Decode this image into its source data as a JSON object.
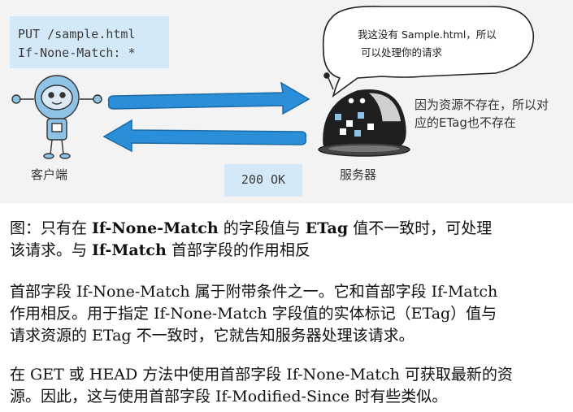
{
  "figure": {
    "request": {
      "line1": "PUT /sample.html",
      "line2": "If-None-Match: *"
    },
    "response": "200 OK",
    "bubble": {
      "line1": "我这没有 Sample.html，所以",
      "line2": "可以处理你的请求"
    },
    "note": {
      "line1": "因为资源不存在，所以对",
      "line2": "应的ETag也不存在"
    },
    "client_label": "客户端",
    "server_label": "服务器"
  },
  "caption": {
    "part1": "图：只有在 ",
    "term1": "If-None-Match",
    "part2": " 的字段值与 ",
    "term2": "ETag",
    "part3": " 值不一致时，可处理",
    "part4": "该请求。与 ",
    "term3": "If-Match",
    "part5": " 首部字段的作用相反"
  },
  "paragraphs": {
    "p1": {
      "line1": "首部字段 If-None-Match 属于附带条件之一。它和首部字段 If-Match",
      "line2": "作用相反。用于指定 If-None-Match 字段值的实体标记（ETag）值与",
      "line3": "请求资源的 ETag 不一致时，它就告知服务器处理该请求。"
    },
    "p2": {
      "line1": "在 GET 或 HEAD 方法中使用首部字段 If-None-Match 可获取最新的资",
      "line2": "源。因此，这与使用首部字段 If-Modified-Since 时有些类似。"
    }
  },
  "colors": {
    "arrow": "#2a8fd8",
    "box": "#d4e9f8",
    "figure_bg": "#f3f3f3"
  },
  "icons": [
    "client-robot-icon",
    "server-robot-icon",
    "speech-bubble-icon",
    "right-arrow-icon",
    "left-arrow-icon"
  ]
}
